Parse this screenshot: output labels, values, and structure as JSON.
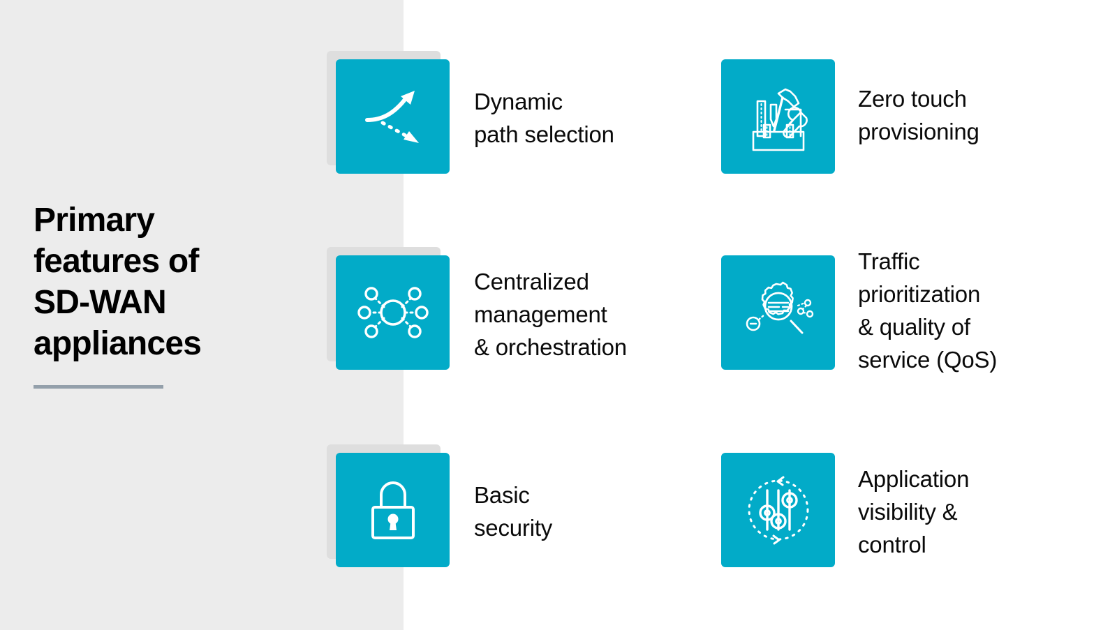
{
  "theme": {
    "panel_background": "#ececec",
    "page_background": "#ffffff",
    "tile_color": "#02abc8",
    "tile_shadow_color": "#dedede",
    "title_color": "#000000",
    "label_color": "#0a0a0a",
    "rule_color": "#94a0ab",
    "icon_color": "#ffffff"
  },
  "title": {
    "text": "Primary\nfeatures of\nSD-WAN\nappliances"
  },
  "features": [
    {
      "id": "dynamic-path-selection",
      "label": "Dynamic\npath selection",
      "icon": "path-selection-arrows-icon",
      "has_shadow": true,
      "column": "left",
      "row": 1
    },
    {
      "id": "zero-touch-provisioning",
      "label": "Zero touch\nprovisioning",
      "icon": "toolbox-icon",
      "has_shadow": false,
      "column": "right",
      "row": 1
    },
    {
      "id": "centralized-management",
      "label": "Centralized\nmanagement\n& orchestration",
      "icon": "hub-and-spoke-network-icon",
      "has_shadow": true,
      "column": "left",
      "row": 2
    },
    {
      "id": "traffic-prioritization",
      "label": "Traffic\nprioritization\n& quality of\nservice (QoS)",
      "icon": "gear-magnifier-icon",
      "has_shadow": false,
      "column": "right",
      "row": 2
    },
    {
      "id": "basic-security",
      "label": "Basic\nsecurity",
      "icon": "padlock-icon",
      "has_shadow": true,
      "column": "left",
      "row": 3
    },
    {
      "id": "application-visibility-control",
      "label": "Application\nvisibility &\ncontrol",
      "icon": "sliders-refresh-icon",
      "has_shadow": false,
      "column": "right",
      "row": 3
    }
  ]
}
